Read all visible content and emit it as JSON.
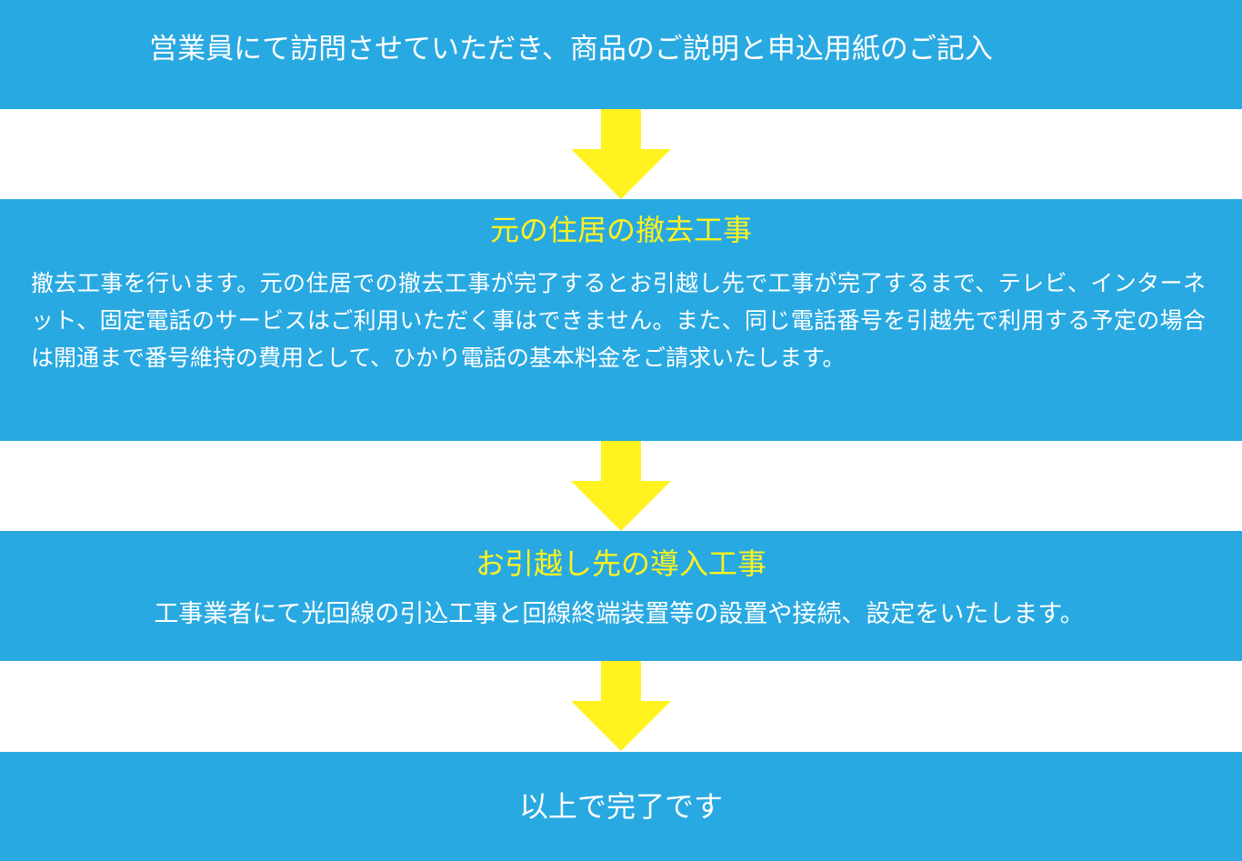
{
  "steps": [
    {
      "text": "営業員にて訪問させていただき、商品のご説明と申込用紙のご記入"
    },
    {
      "title": "元の住居の撤去工事",
      "body": "撤去工事を行います。元の住居での撤去工事が完了するとお引越し先で工事が完了するまで、テレビ、インターネット、固定電話のサービスはご利用いただく事はできません。また、同じ電話番号を引越先で利用する予定の場合は開通まで番号維持の費用として、ひかり電話の基本料金をご請求いたします。"
    },
    {
      "title": "お引越し先の導入工事",
      "body": "工事業者にて光回線の引込工事と回線終端装置等の設置や接続、設定をいたします。"
    },
    {
      "text": "以上で完了です"
    }
  ],
  "colors": {
    "box": "#29a9e1",
    "arrow": "#fff21f",
    "title": "#fff21f",
    "text": "#ffffff"
  }
}
